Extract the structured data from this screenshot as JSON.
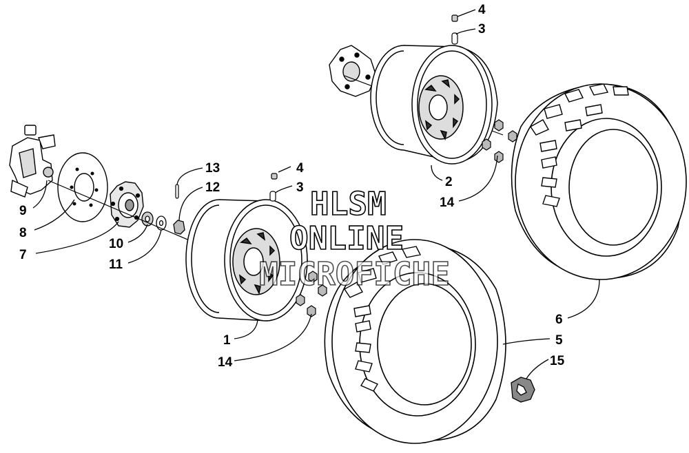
{
  "watermark": {
    "line1": "HLSM",
    "line2": "ONLINE",
    "line3": "MICROFICHE"
  },
  "callouts": {
    "n1": "1",
    "n2": "2",
    "n3a": "3",
    "n3b": "3",
    "n4a": "4",
    "n4b": "4",
    "n5": "5",
    "n6": "6",
    "n7": "7",
    "n8": "8",
    "n9": "9",
    "n10": "10",
    "n11": "11",
    "n12": "12",
    "n13": "13",
    "n14a": "14",
    "n14b": "14",
    "n15": "15"
  }
}
